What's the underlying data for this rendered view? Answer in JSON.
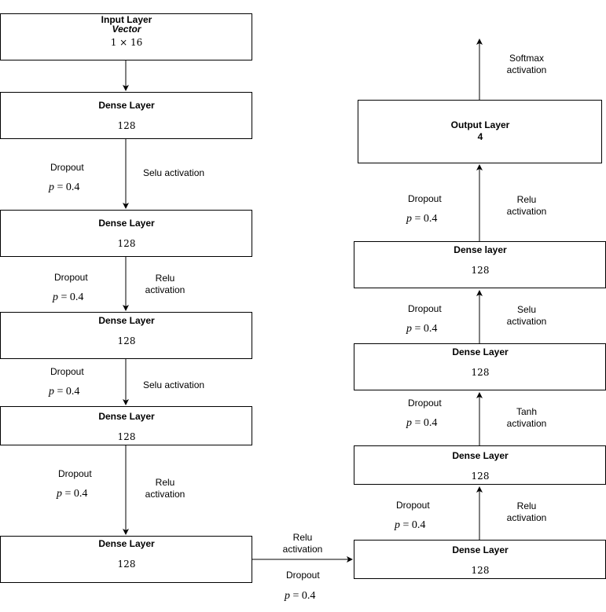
{
  "input_layer": {
    "title": "Input Layer",
    "subtitle": "Vector",
    "size": "1 × 16"
  },
  "left_column": [
    {
      "title": "Dense Layer",
      "units": "128"
    },
    {
      "title": "Dense Layer",
      "units": "128"
    },
    {
      "title": "Dense Layer",
      "units": "128"
    },
    {
      "title": "Dense Layer",
      "units": "128"
    },
    {
      "title": "Dense Layer",
      "units": "128"
    }
  ],
  "right_column": [
    {
      "title": "Dense Layer",
      "units": "128"
    },
    {
      "title": "Dense Layer",
      "units": "128"
    },
    {
      "title": "Dense Layer",
      "units": "128"
    },
    {
      "title": "Dense layer",
      "units": "128"
    }
  ],
  "output_layer": {
    "title": "Output Layer",
    "units": "4"
  },
  "edges": {
    "left_1": {
      "dropout": "Dropout",
      "p": "p",
      "p_value": "= 0.4",
      "activation": [
        "Selu activation"
      ]
    },
    "left_2": {
      "dropout": "Dropout",
      "p": "p",
      "p_value": "= 0.4",
      "activation": [
        "Relu",
        "activation"
      ]
    },
    "left_3": {
      "dropout": "Dropout",
      "p": "p",
      "p_value": "= 0.4",
      "activation": [
        "Selu activation"
      ]
    },
    "left_4": {
      "dropout": "Dropout",
      "p": "p",
      "p_value": "= 0.4",
      "activation": [
        "Relu",
        "activation"
      ]
    },
    "bridge": {
      "dropout": "Dropout",
      "p": "p",
      "p_value": "= 0.4",
      "activation": [
        "Relu",
        "activation"
      ]
    },
    "right_1": {
      "dropout": "Dropout",
      "p": "p",
      "p_value": "= 0.4",
      "activation": [
        "Relu",
        "activation"
      ]
    },
    "right_2": {
      "dropout": "Dropout",
      "p": "p",
      "p_value": "= 0.4",
      "activation": [
        "Tanh",
        "activation"
      ]
    },
    "right_3": {
      "dropout": "Dropout",
      "p": "p",
      "p_value": "= 0.4",
      "activation": [
        "Selu",
        "activation"
      ]
    },
    "right_4": {
      "dropout": "Dropout",
      "p": "p",
      "p_value": "= 0.4",
      "activation": [
        "Relu",
        "activation"
      ]
    },
    "output": {
      "activation": [
        "Softmax",
        "activation"
      ]
    }
  }
}
